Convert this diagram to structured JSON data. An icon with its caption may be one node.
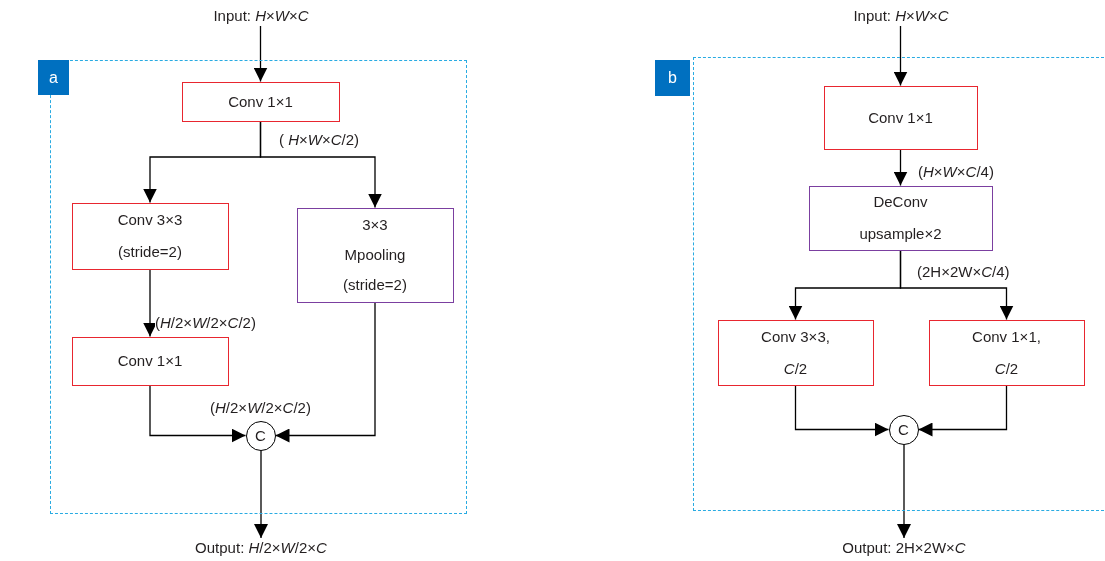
{
  "diagram": {
    "nodes": [
      {
        "text": [
          "Input: *H*×*W*×*C*"
        ]
      },
      {
        "text": [],
        "shape": "box"
      },
      {
        "text": [
          "a"
        ]
      },
      {
        "text": [
          "Conv 1×1"
        ],
        "in": 1
      },
      {
        "text": [
          "Conv 3×3 (stride=2)"
        ],
        "in": 1
      },
      {
        "text": [
          "3×3 Mpooling (stride=2)"
        ],
        "in": 1
      },
      {
        "text": [
          "Conv 1×1"
        ],
        "in": 1
      },
      {
        "text": [
          "C"
        ],
        "in": 1
      },
      {
        "text": [
          "Output: *H*/2×*W*/2×*C*"
        ]
      },
      {
        "text": [
          "Input: *H*×*W*×*C*"
        ]
      },
      {
        "text": [],
        "shape": "box"
      },
      {
        "text": [
          "b"
        ]
      },
      {
        "text": [
          "Conv 1×1"
        ],
        "in": 10
      },
      {
        "text": [
          "DeConv upsample×2"
        ],
        "in": 10
      },
      {
        "text": [
          "Conv 3×3, *C*/2"
        ],
        "in": 10
      },
      {
        "text": [
          "Conv 1×1, *C*/2"
        ],
        "in": 10
      },
      {
        "text": [
          "C"
        ],
        "in": 10
      },
      {
        "text": [
          "Output: 2H×2W×*C*"
        ]
      }
    ],
    "edges": [
      {
        "from": 0,
        "to": 3,
        "arrow": "to"
      },
      {
        "from": 3,
        "to": 4,
        "arrow": "to"
      },
      {
        "from": 3,
        "to": 5,
        "arrow": "to",
        "label": "( *H*×*W*×*C*/2)"
      },
      {
        "from": 4,
        "to": 6,
        "arrow": "to",
        "label": "(*H*/2×*W*/2×*C*/2)"
      },
      {
        "from": 6,
        "to": 7,
        "arrow": "to"
      },
      {
        "from": 5,
        "to": 7,
        "arrow": "to"
      },
      {
        "from": 7,
        "to": 8,
        "arrow": "to"
      },
      {
        "from": 9,
        "to": 12,
        "arrow": "to"
      },
      {
        "from": 12,
        "to": 13,
        "arrow": "to",
        "label": "(*H*×*W*×*C*/4)"
      },
      {
        "from": 13,
        "to": 14,
        "arrow": "to"
      },
      {
        "from": 13,
        "to": 15,
        "arrow": "to",
        "label": "(2H×2W×*C*/4)"
      },
      {
        "from": 14,
        "to": 16,
        "arrow": "to"
      },
      {
        "from": 15,
        "to": 16,
        "arrow": "to"
      },
      {
        "from": 16,
        "to": 17,
        "arrow": "to"
      }
    ],
    "labels": [
      "(*H*/2×*W*/2×*C*/2)"
    ]
  }
}
